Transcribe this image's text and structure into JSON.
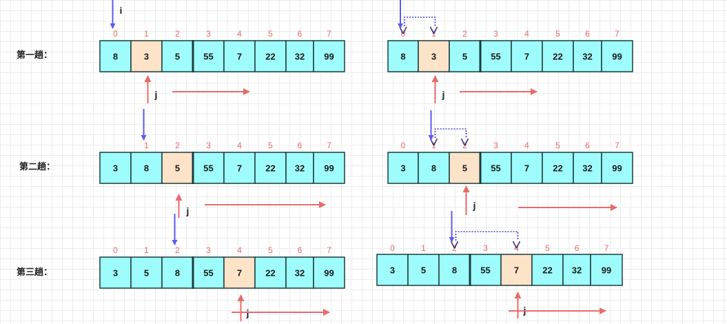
{
  "passes": [
    {
      "label": "第一趟："
    },
    {
      "label": "第二趟："
    },
    {
      "label": "第三趟："
    }
  ],
  "pointer_labels": {
    "i": "i",
    "j": "j"
  },
  "colors": {
    "cell_default": "#9ffcfc",
    "cell_highlight": "#fde3c8",
    "cell_border": "#1b3b3b",
    "index_text": "#e86a6a",
    "arrow_i": "#5b5bf0",
    "arrow_j": "#e86a6a",
    "swap_dotted": "#3f3fd8"
  },
  "arrays": [
    {
      "name": "pass1-before",
      "values": [
        "8",
        "3",
        "5",
        "55",
        "7",
        "22",
        "32",
        "99"
      ],
      "highlight": [
        1
      ],
      "indices": [
        "0",
        "1",
        "2",
        "3",
        "4",
        "5",
        "6",
        "7"
      ]
    },
    {
      "name": "pass1-after",
      "values": [
        "8",
        "3",
        "5",
        "55",
        "7",
        "22",
        "32",
        "99"
      ],
      "highlight": [
        1
      ],
      "indices": [
        "0",
        "1",
        "2",
        "3",
        "4",
        "5",
        "6",
        "7"
      ]
    },
    {
      "name": "pass2-before",
      "values": [
        "3",
        "8",
        "5",
        "55",
        "7",
        "22",
        "32",
        "99"
      ],
      "highlight": [
        2
      ],
      "indices": [
        "",
        "1",
        "2",
        "3",
        "4",
        "5",
        "6",
        "7"
      ]
    },
    {
      "name": "pass2-after",
      "values": [
        "3",
        "8",
        "5",
        "55",
        "7",
        "22",
        "32",
        "99"
      ],
      "highlight": [
        2
      ],
      "indices": [
        "0",
        "1",
        "2",
        "3",
        "4",
        "5",
        "6",
        "7"
      ]
    },
    {
      "name": "pass3-before",
      "values": [
        "3",
        "5",
        "8",
        "55",
        "7",
        "22",
        "32",
        "99"
      ],
      "highlight": [
        4
      ],
      "indices": [
        "0",
        "1",
        "2",
        "3",
        "4",
        "5",
        "6",
        "7"
      ]
    },
    {
      "name": "pass3-after",
      "values": [
        "3",
        "5",
        "8",
        "55",
        "7",
        "22",
        "32",
        "99"
      ],
      "highlight": [
        4
      ],
      "indices": [
        "0",
        "1",
        "2",
        "3",
        "4",
        "5",
        "6",
        "7"
      ]
    }
  ],
  "pointers": [
    {
      "array": 0,
      "i": 0,
      "j": 1
    },
    {
      "array": 1,
      "i": 0,
      "j": 1,
      "swap": [
        0,
        1
      ]
    },
    {
      "array": 2,
      "i": 1,
      "j": 2
    },
    {
      "array": 3,
      "i": 1,
      "j": 2,
      "swap": [
        1,
        2
      ]
    },
    {
      "array": 4,
      "i": 2,
      "j": 4
    },
    {
      "array": 5,
      "i": 2,
      "j": 4,
      "swap": [
        2,
        4
      ]
    }
  ]
}
